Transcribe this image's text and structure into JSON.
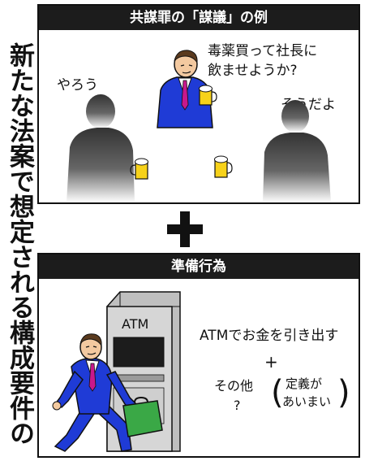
{
  "side_title": "新たな法案で想定される構成要件の一例",
  "panel_top": {
    "header": "共謀罪の「謀議」の例",
    "speech_center_line1": "毒薬買って社長に",
    "speech_center_line2": "飲ませようか?",
    "speech_left": "やろう",
    "speech_right": "そうだよ"
  },
  "plus_symbol": "+",
  "panel_bottom": {
    "header": "準備行為",
    "atm_sign": "ATM",
    "action_text": "ATMでお金を引き出す",
    "small_plus": "+",
    "other_label": "その他",
    "other_question": "?",
    "paren_open": "(",
    "paren_close": ")",
    "vague_line1": "定義が",
    "vague_line2": "あいまい"
  },
  "colors": {
    "suit_blue": "#1f3bd6",
    "tie_magenta": "#c8188c",
    "beer_yellow": "#f7d21a",
    "briefcase_green": "#3aa846",
    "header_black": "#1c1c1c",
    "atm_gray": "#bfbfbf"
  }
}
